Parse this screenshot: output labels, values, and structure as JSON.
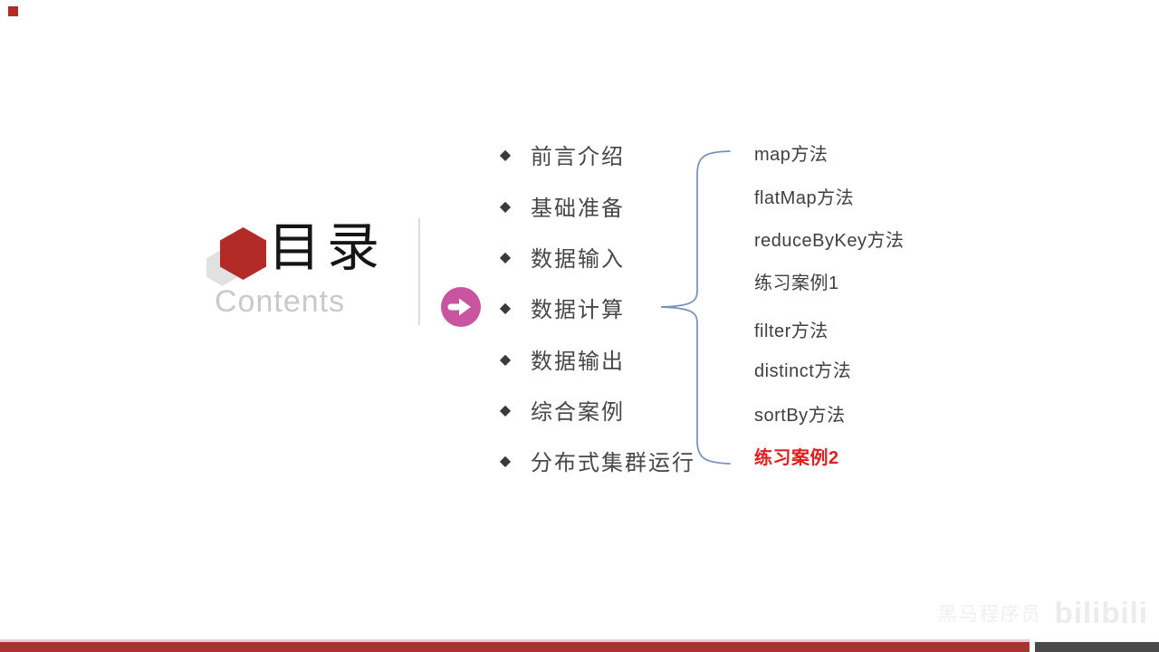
{
  "colors": {
    "accent_red": "#b22b26",
    "hex_gray": "#e1e1e1",
    "pink": "#c9549f",
    "brace_blue": "#7590bd",
    "red_item": "#e01f1f",
    "footer_red": "#a63531",
    "footer_gray": "#4a4a4a"
  },
  "header": {
    "title": "目录",
    "subtitle": "Contents"
  },
  "toc": {
    "bullet_glyph": "◆",
    "items": [
      {
        "label": "前言介绍"
      },
      {
        "label": "基础准备"
      },
      {
        "label": "数据输入"
      },
      {
        "label": "数据计算",
        "active": true
      },
      {
        "label": "数据输出"
      },
      {
        "label": "综合案例"
      },
      {
        "label": "分布式集群运行"
      }
    ]
  },
  "submenu": {
    "items": [
      {
        "label": "map方法"
      },
      {
        "label": "flatMap方法"
      },
      {
        "label": "reduceByKey方法"
      },
      {
        "label": "练习案例1"
      },
      {
        "label": "filter方法"
      },
      {
        "label": "distinct方法"
      },
      {
        "label": "sortBy方法"
      },
      {
        "label": "练习案例2",
        "highlight": true
      }
    ]
  },
  "watermark": {
    "uploader": "黑马程序员",
    "logo_text": "bilibili"
  }
}
